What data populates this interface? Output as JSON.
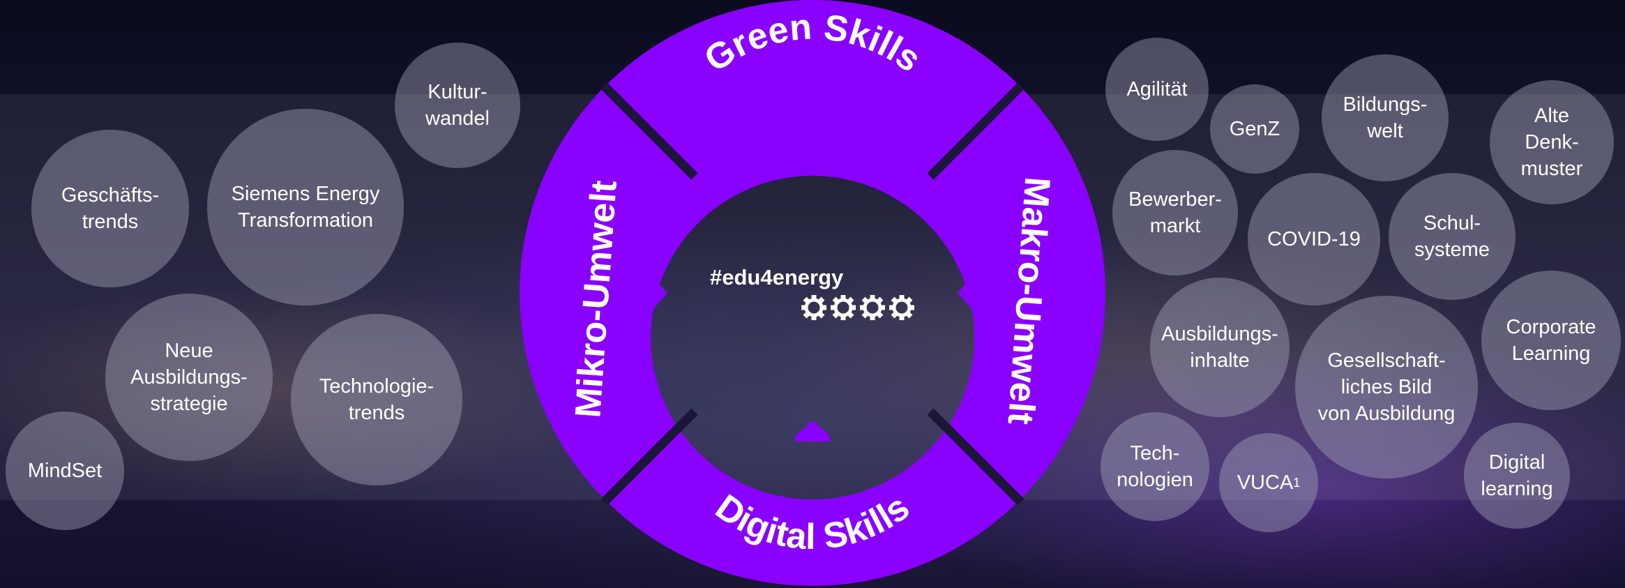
{
  "wheel": {
    "top": "Green Skills",
    "bottom": "Digital Skills",
    "left": "Mikro-Umwelt",
    "right": "Makro-Umwelt",
    "hashtag": "#edu4energy",
    "gear_icon": "gear-icon",
    "gear_count": 4,
    "accent_color": "#8a00ff"
  },
  "left_bubbles": {
    "kulturwandel": "Kultur-\nwandel",
    "geschaeftstrends": "Geschäfts-\ntrends",
    "siemens": "Siemens Energy\nTransformation",
    "neue_ausbildung": "Neue\nAusbildungs-\nstrategie",
    "technologietrends": "Technologie-\ntrends",
    "mindset": "MindSet"
  },
  "right_bubbles": {
    "agilitaet": "Agilität",
    "genz": "GenZ",
    "bildungswelt": "Bildungs-\nwelt",
    "alte_denkmuster": "Alte\nDenk-\nmuster",
    "bewerbermarkt": "Bewerber-\nmarkt",
    "covid": "COVID-19",
    "schulsysteme": "Schul-\nsysteme",
    "ausbildungsinhalte": "Ausbildungs-\ninhalte",
    "corporate_learning": "Corporate\nLearning",
    "gesellschaft": "Gesellschaft-\nliches Bild\nvon Ausbildung",
    "technologien": "Tech-\nnologien",
    "vuca": "VUCA",
    "vuca_sup": "1",
    "digital_learning": "Digital\nlearning"
  }
}
